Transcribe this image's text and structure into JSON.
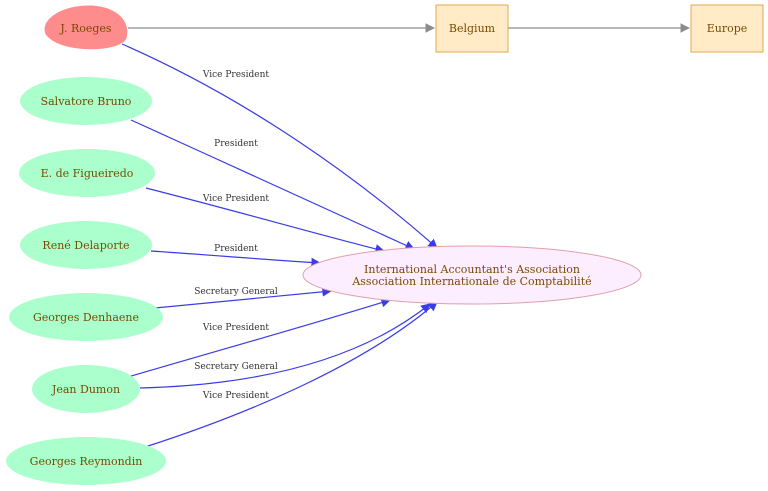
{
  "diagram": {
    "nodes": {
      "roeges": "J. Roeges",
      "bruno": "Salvatore Bruno",
      "figueiredo": "E. de Figueiredo",
      "delaporte": "René Delaporte",
      "denhaene": "Georges Denhaene",
      "dumon": "Jean Dumon",
      "reymondin": "Georges Reymondin",
      "belgium": "Belgium",
      "europe": "Europe",
      "association_line1": "International Accountant's Association",
      "association_line2": "Association Internationale de Comptabilité"
    },
    "edges": [
      {
        "from": "J. Roeges",
        "to": "association",
        "label": "Vice President"
      },
      {
        "from": "Salvatore Bruno",
        "to": "association",
        "label": "President"
      },
      {
        "from": "E. de Figueiredo",
        "to": "association",
        "label": "Vice President"
      },
      {
        "from": "René Delaporte",
        "to": "association",
        "label": "President"
      },
      {
        "from": "Georges Denhaene",
        "to": "association",
        "label": "Secretary General"
      },
      {
        "from": "Jean Dumon",
        "to": "association",
        "label": "Vice President"
      },
      {
        "from": "Jean Dumon",
        "to": "association",
        "label": "Secretary General"
      },
      {
        "from": "Georges Reymondin",
        "to": "association",
        "label": "Vice President"
      },
      {
        "from": "J. Roeges",
        "to": "Belgium",
        "label": ""
      },
      {
        "from": "Belgium",
        "to": "Europe",
        "label": ""
      }
    ],
    "colors": {
      "person_fill": "#aaffcc",
      "highlight_fill": "#ff8c8c",
      "place_fill": "#ffecc6",
      "place_stroke": "#e0a850",
      "association_fill": "#fdeeff",
      "association_stroke": "#e0a0a8",
      "edge_blue": "#3b3be8",
      "edge_gray": "#8c8c8c"
    }
  }
}
